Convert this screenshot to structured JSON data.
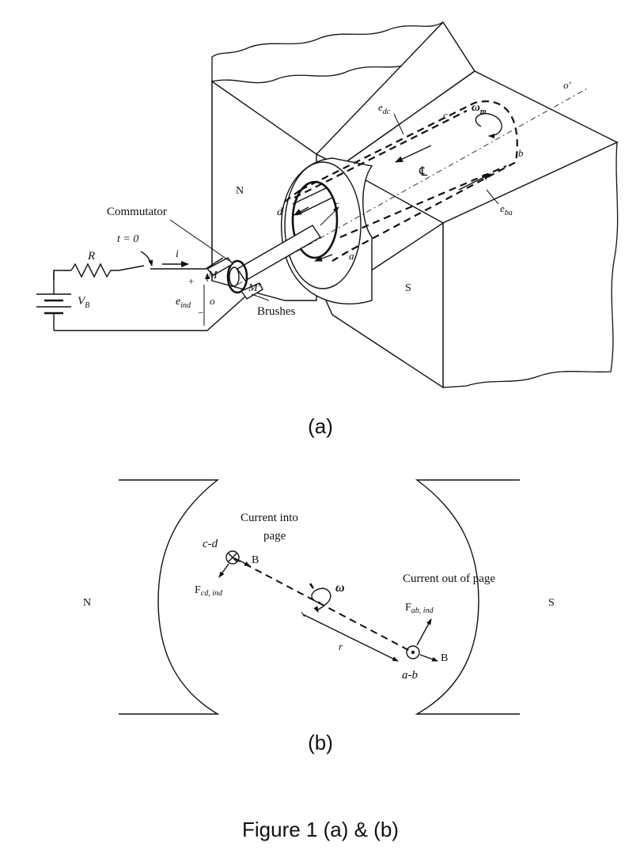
{
  "figure_a": {
    "caption": "(a)",
    "labels": {
      "commutator": "Commutator",
      "t0": "t = 0",
      "R": "R",
      "VB": "V",
      "VB_sub": "B",
      "i": "i",
      "plus": "+",
      "minus": "−",
      "M": "M",
      "Mprime": "M′",
      "o": "o",
      "eind": "e",
      "eind_sub": "ind",
      "brushes": "Brushes",
      "N": "N",
      "S": "S",
      "d": "d",
      "c": "c",
      "b": "b",
      "a": "a",
      "r": "r",
      "edc": "e",
      "edc_sub": "dc",
      "eba": "e",
      "eba_sub": "ba",
      "omega_m": "ω",
      "omega_m_sub": "m",
      "centerline": "℄",
      "oprime": "o′"
    }
  },
  "figure_b": {
    "caption": "(b)",
    "labels": {
      "N": "N",
      "S": "S",
      "current_into_line1": "Current into",
      "current_into_line2": "page",
      "cd": "c-d",
      "B1": "B",
      "B2": "B",
      "fcd": "F",
      "fcd_sub": "cd, ind",
      "omega": "ω",
      "current_out": "Current out of page",
      "fab": "F",
      "fab_sub": "ab, ind",
      "r": "r",
      "ab": "a-b"
    }
  },
  "footer": {
    "title": "Figure 1 (a) & (b)"
  }
}
